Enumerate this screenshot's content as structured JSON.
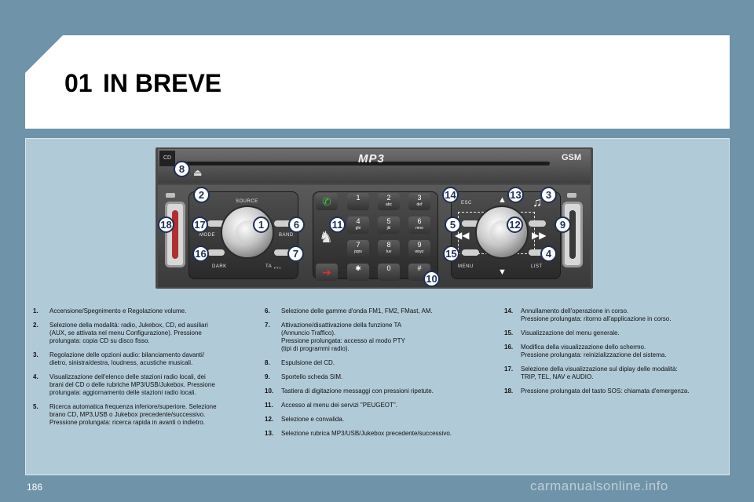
{
  "header": {
    "chapter_number": "01",
    "title": "IN BREVE"
  },
  "radio": {
    "logo_mp3": "MP3",
    "logo_gsm": "GSM",
    "left_block": {
      "source": "SOURCE",
      "mode": "MODE",
      "band": "BAND",
      "dark": "DARK",
      "ta": "TA",
      "pty": "PTY"
    },
    "right_block": {
      "esc": "ESC",
      "menu": "MENU",
      "list": "LIST"
    },
    "keypad": [
      {
        "digit": "1",
        "letters": ""
      },
      {
        "digit": "2",
        "letters": "abc"
      },
      {
        "digit": "3",
        "letters": "def"
      },
      {
        "digit": "4",
        "letters": "ghi"
      },
      {
        "digit": "5",
        "letters": "jkl"
      },
      {
        "digit": "6",
        "letters": "mno"
      },
      {
        "digit": "7",
        "letters": "pqrs"
      },
      {
        "digit": "8",
        "letters": "tuv"
      },
      {
        "digit": "9",
        "letters": "wxyz"
      },
      {
        "digit": "✱",
        "letters": ""
      },
      {
        "digit": "0",
        "letters": ""
      },
      {
        "digit": "#",
        "letters": ""
      }
    ],
    "callouts": [
      "8",
      "2",
      "14",
      "13",
      "3",
      "18",
      "17",
      "1",
      "6",
      "11",
      "5",
      "12",
      "9",
      "16",
      "7",
      "15",
      "4",
      "10"
    ]
  },
  "descriptions": {
    "col1": [
      {
        "num": "1.",
        "text": "Accensione/Spegnimento e Regolazione volume."
      },
      {
        "num": "2.",
        "text": "Selezione della modalità: radio, Jukebox, CD, ed ausiliari\n(AUX, se attivata nel menu Configurazione). Pressione\nprolungata: copia CD su disco fisso."
      },
      {
        "num": "3.",
        "text": "Regolazione delle opzioni audio: bilanciamento davanti/\ndietro, sinistra/destra, loudness, acustiche musicali."
      },
      {
        "num": "4.",
        "text": "Visualizzazione dell'elenco delle stazioni radio locali, dei\nbrani del CD o delle rubriche MP3/USB/Jukebox. Pressione\nprolungata: aggiornamento delle stazioni radio locali."
      },
      {
        "num": "5.",
        "text": "Ricerca automatica frequenza inferiore/superiore. Selezione\nbrano CD, MP3,USB o Jukebox precedente/successivo.\nPressione prolungata: ricerca rapida in avanti o indietro."
      }
    ],
    "col2": [
      {
        "num": "6.",
        "text": "Selezione delle gamme d'onda FM1, FM2, FMast, AM."
      },
      {
        "num": "7.",
        "text": "Attivazione/disattivazione della funzione TA\n(Annuncio Traffico).\nPressione prolungata: accesso al modo PTY\n(tipi di programmi radio)."
      },
      {
        "num": "8.",
        "text": "Espulsione del CD."
      },
      {
        "num": "9.",
        "text": "Sportello scheda SIM."
      },
      {
        "num": "10.",
        "text": "Tastiera di digitazione messaggi con pressioni ripetute."
      },
      {
        "num": "11.",
        "text": "Accesso al menu dei servizi \"PEUGEOT\"."
      },
      {
        "num": "12.",
        "text": "Selezione e convalida."
      },
      {
        "num": "13.",
        "text": "Selezione rubrica MP3/USB/Jukebox precedente/successivo."
      }
    ],
    "col3": [
      {
        "num": "14.",
        "text": "Annullamento dell'operazione in corso.\nPressione prolungata: ritorno all'applicazione in corso."
      },
      {
        "num": "15.",
        "text": "Visualizzazione del menu generale."
      },
      {
        "num": "16.",
        "text": "Modifica della visualizzazione dello schermo.\nPressione prolungata: reinizializzazione del sistema."
      },
      {
        "num": "17.",
        "text": "Selezione della visualizzazione sul diplay delle modalità:\nTRIP, TEL, NAV e AUDIO."
      },
      {
        "num": "18.",
        "text": "Pressione prolungata del tasto SOS: chiamata d'emergenza."
      }
    ]
  },
  "footer": {
    "page_number": "186",
    "watermark": "carmanualsonline.info"
  },
  "colors": {
    "background": "#6f93a8",
    "content_panel": "#b1cad7",
    "callout_border": "#1f2f55"
  },
  "icons": [
    "eject-icon",
    "phone-icon",
    "sos-icon",
    "peugeot-lion-icon",
    "music-note-icon",
    "arrow-up-icon",
    "arrow-down-icon",
    "rewind-icon",
    "fast-forward-icon"
  ]
}
